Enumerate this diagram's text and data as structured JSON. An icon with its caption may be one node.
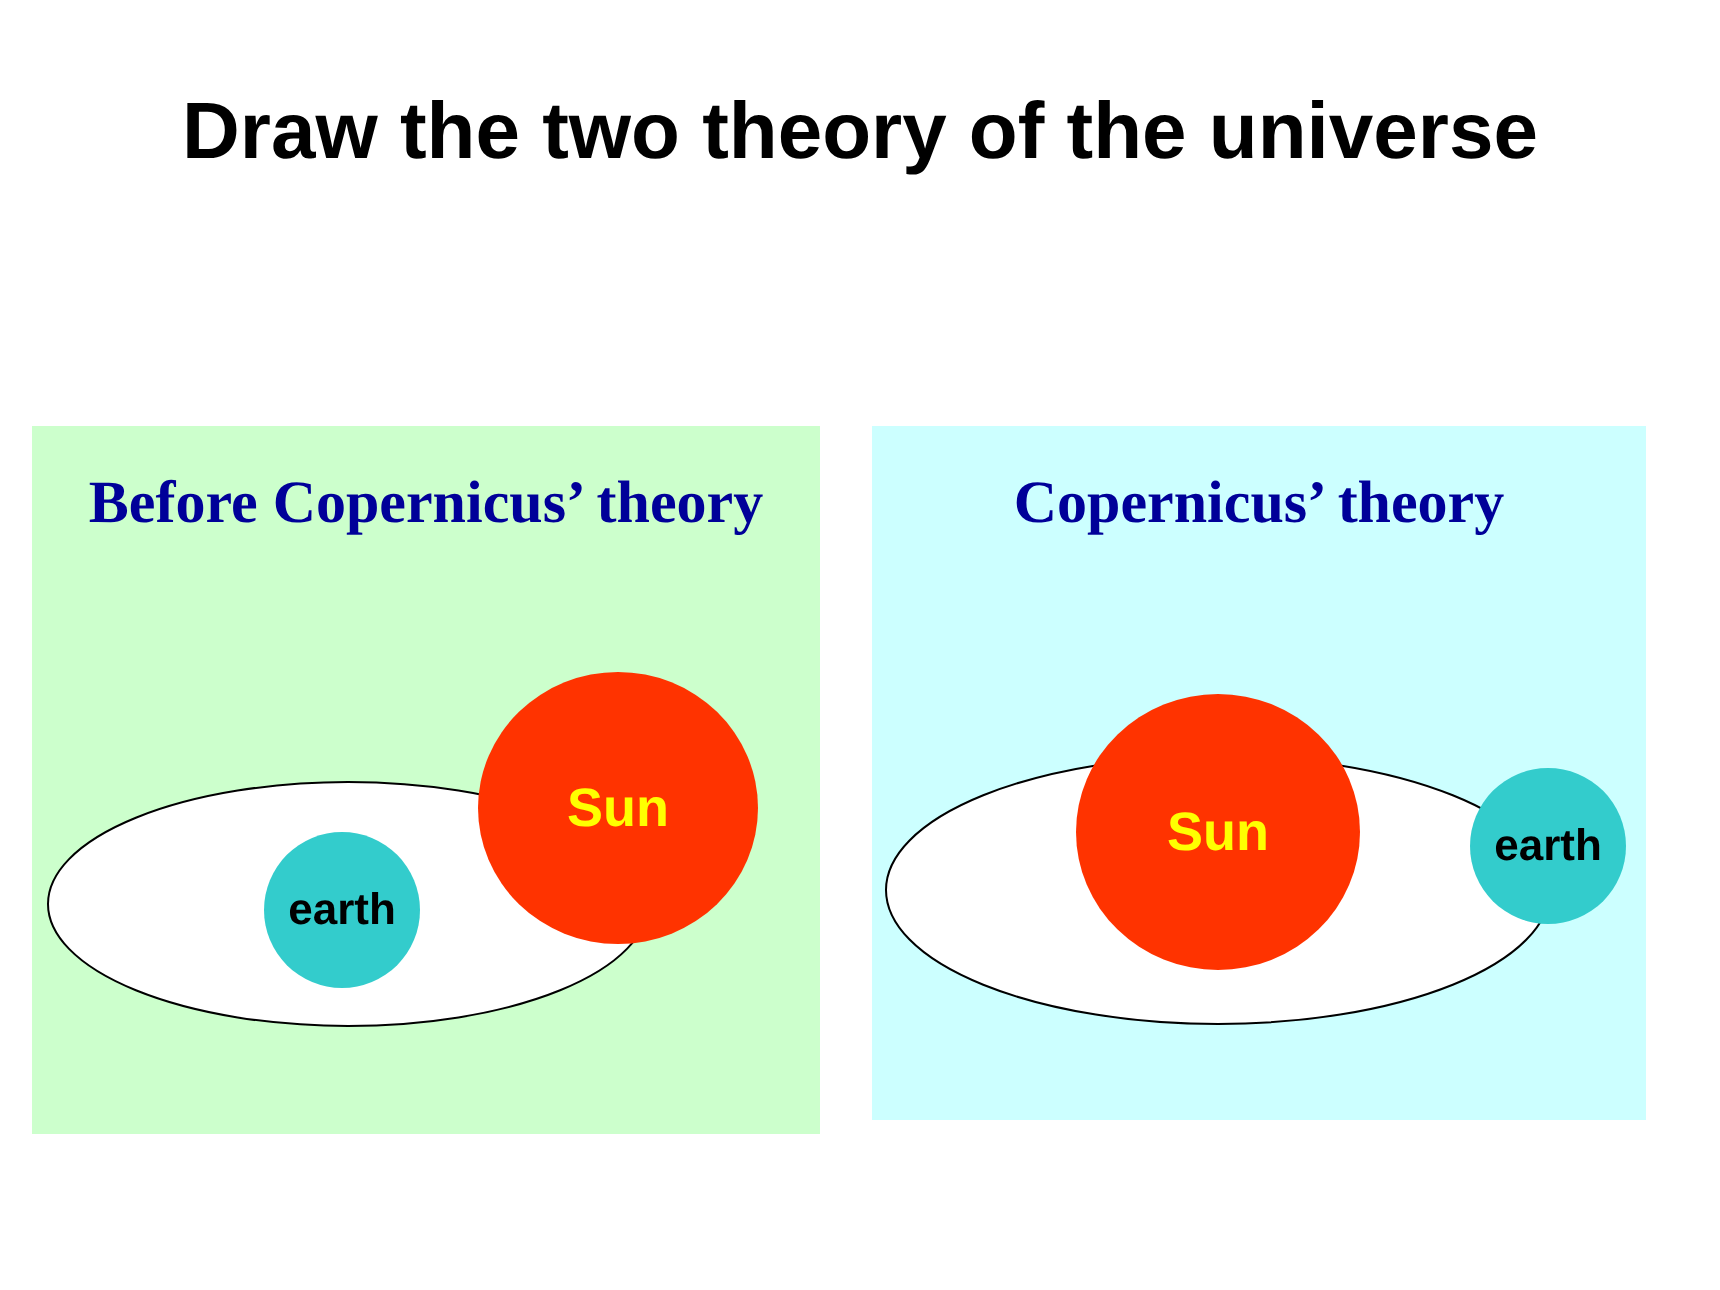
{
  "diagram": {
    "title": "Draw the two theory of the universe",
    "nodes": [
      {
        "text": [
          "Before Copernicus’ theory"
        ]
      },
      {
        "text": [
          "earth"
        ],
        "in": 0
      },
      {
        "text": [
          "Sun"
        ],
        "in": 0
      },
      {
        "text": [
          "Copernicus’ theory"
        ]
      },
      {
        "text": [
          "Sun"
        ],
        "in": 3
      },
      {
        "text": [
          "earth"
        ],
        "in": 3
      }
    ]
  }
}
